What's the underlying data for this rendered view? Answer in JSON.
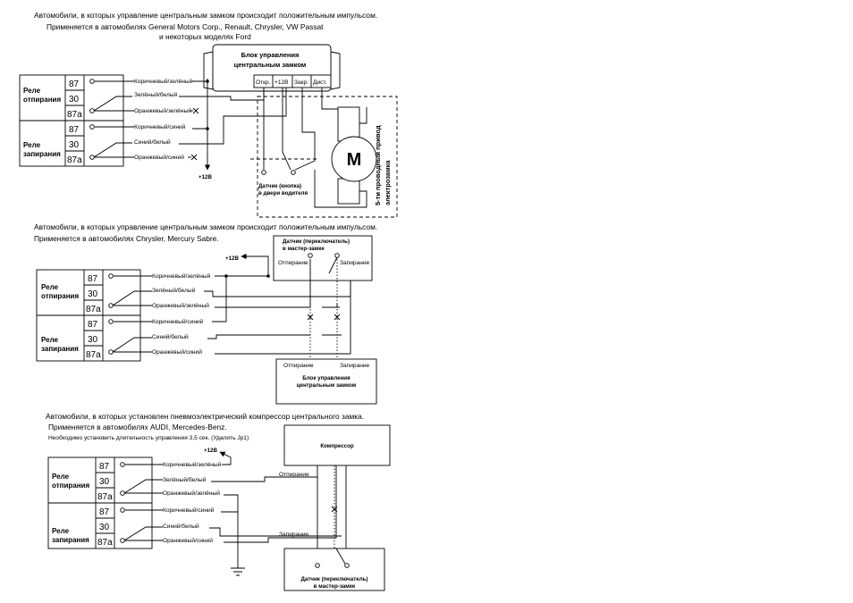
{
  "section1": {
    "caption_line1": "Автомобили, в которых управление центральным замком происходит положительным импульсом.",
    "caption_line2": "Применяется в автомобилях  General Motors Corp., Renault, Chrysler, VW Passat",
    "caption_line3": "и некоторых моделях Ford",
    "ecu_title_line1": "Блок управления",
    "ecu_title_line2": "центральным замком",
    "ecu_pins": [
      "Откр.",
      "+12В",
      "Закр.",
      "Дист."
    ],
    "relay_unlock_line1": "Реле",
    "relay_unlock_line2": "отпирания",
    "relay_lock_line1": "Реле",
    "relay_lock_line2": "запирания",
    "pins": [
      "87",
      "30",
      "87a"
    ],
    "wires_unlock": [
      "Коричневый/зелёный",
      "Зелёный/белый",
      "Оранжевый/зелёный"
    ],
    "wires_lock": [
      "Коричневый/синий",
      "Синий/белый",
      "Оранжевый/синий"
    ],
    "plus12": "+12В",
    "sensor_line1": "Датчик (кнопка)",
    "sensor_line2": "в двери водителя",
    "motor_letter": "M",
    "actuator_line1": "5-ти проводный привод",
    "actuator_line2": "электрозамка"
  },
  "section2": {
    "caption_line1": "Автомобили, в которых управление центральным замком происходит положительным импульсом.",
    "caption_line2": "Применяется в автомобилях  Chrysler, Mercury Sabre.",
    "sensor_line1": "Датчик (переключатель)",
    "sensor_line2": "в мастер-замке",
    "sensor_unlock": "Отпирание",
    "sensor_lock": "Запирание",
    "plus12": "+12В",
    "relay_unlock_line1": "Реле",
    "relay_unlock_line2": "отпирания",
    "relay_lock_line1": "Реле",
    "relay_lock_line2": "запирания",
    "pins": [
      "87",
      "30",
      "87a"
    ],
    "wires_unlock": [
      "Коричневый/зелёный",
      "Зелёный/белый",
      "Оранжевый/зелёный"
    ],
    "wires_lock": [
      "Коричневый/синий",
      "Синий/белый",
      "Оранжевый/синий"
    ],
    "ecu_unlock": "Отпирание",
    "ecu_lock": "Запирание",
    "ecu_line1": "Блок управления",
    "ecu_line2": "центральным замком"
  },
  "section3": {
    "caption_line1": "Автомобили, в которых установлен пневмоэлектрический компрессор центрального замка.",
    "caption_line2": "Применяется в автомобилях  AUDI, Mercedes-Benz.",
    "caption_line3": "Необходимо установить длительность управления 3,5 сек. (Удалить Jp1)",
    "plus12": "+12В",
    "compressor": "Компрессор",
    "relay_unlock_line1": "Реле",
    "relay_unlock_line2": "отпирания",
    "relay_lock_line1": "Реле",
    "relay_lock_line2": "запирания",
    "pins": [
      "87",
      "30",
      "87a"
    ],
    "wires_unlock": [
      "Коричневый/зелёный",
      "Зелёный/белый",
      "Оранжевый/зелёный"
    ],
    "wires_lock": [
      "Коричневый/синий",
      "Синий/белый",
      "Оранжевый/синий"
    ],
    "label_unlock": "Отпирание",
    "label_lock": "Запирание",
    "sensor_line1": "Датчик (переключатель)",
    "sensor_line2": "в мастер-замке"
  }
}
